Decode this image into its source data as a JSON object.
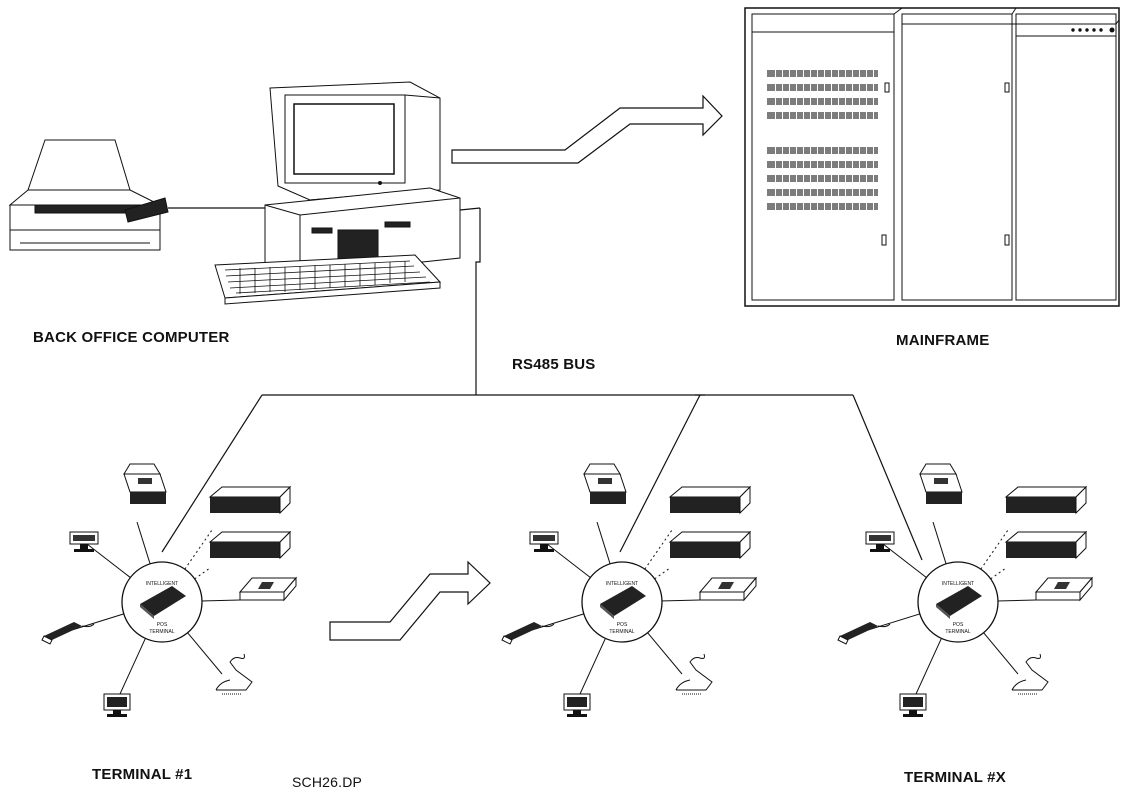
{
  "labels": {
    "back_office": "BACK OFFICE COMPUTER",
    "mainframe": "MAINFRAME",
    "bus": "RS485 BUS",
    "terminal_1": "TERMINAL #1",
    "terminal_x": "TERMINAL #X",
    "figure_id": "SCH26.DP"
  },
  "hub": {
    "top_text": "INTELLIGENT",
    "mid_text": "POS",
    "bottom_text": "TERMINAL"
  },
  "colors": {
    "ink": "#111111",
    "paper": "#ffffff"
  }
}
